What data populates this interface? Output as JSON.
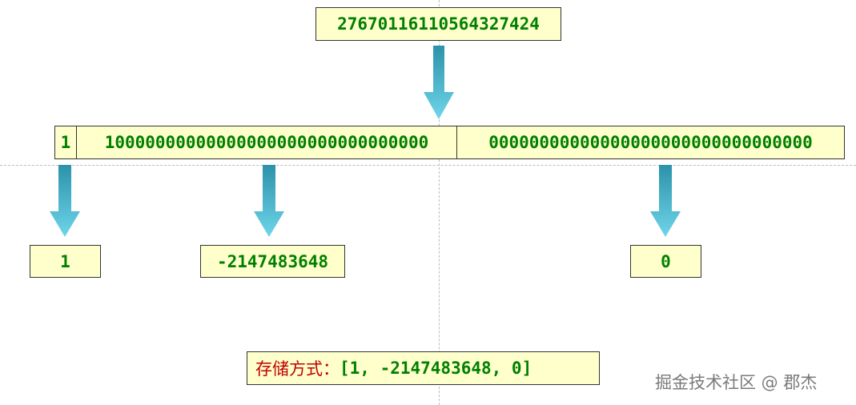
{
  "top_value": "2767011611056432742 4",
  "bits": {
    "sign": "1",
    "high": "10000000000000000000000000000000",
    "low": "00000000000000000000000000000000"
  },
  "parts": [
    {
      "value": "1"
    },
    {
      "value": "-2147483648"
    },
    {
      "value": "0"
    }
  ],
  "storage": {
    "label": "存储方式：",
    "value": "[1, -2147483648, 0]"
  },
  "watermark": "掘金技术社区 @ 郡杰",
  "colors": {
    "box_fill": "#ffffcc",
    "value_text": "#008000",
    "label_text": "#c00000",
    "arrow_top": "#2b92aa",
    "arrow_bottom": "#6fd5ea"
  }
}
